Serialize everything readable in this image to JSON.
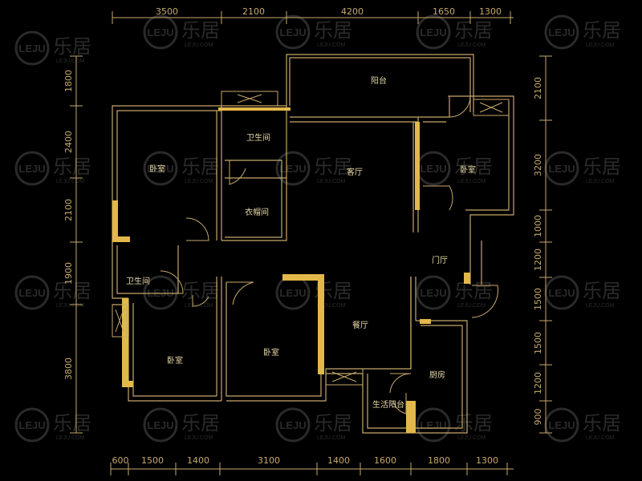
{
  "colors": {
    "background": "#000000",
    "wall_outline": "#c7a86b",
    "wall_fill": "#e3b84b",
    "label": "#e6d7a6",
    "watermark": "#2a2a2a"
  },
  "dimensions": {
    "top": [
      "3500",
      "2100",
      "4200",
      "1650",
      "1300"
    ],
    "bottom": [
      "600",
      "1500",
      "1400",
      "3100",
      "1400",
      "1600",
      "1800",
      "1300"
    ],
    "left": [
      "1800",
      "2400",
      "2100",
      "1900",
      "3800"
    ],
    "right": [
      "2100",
      "3200",
      "1000",
      "1200",
      "1500",
      "1500",
      "1200",
      "900"
    ]
  },
  "rooms": {
    "balcony": "阳台",
    "living_room": "客厅",
    "bedroom_nw": "卧室",
    "bathroom_main": "卫生间",
    "cloakroom": "衣帽间",
    "bedroom_ne": "卧室",
    "foyer": "门厅",
    "bathroom_w": "卫生间",
    "bedroom_sw": "卧室",
    "bedroom_s": "卧室",
    "dining": "餐厅",
    "kitchen": "厨房",
    "utility_balcony": "生活阳台"
  },
  "watermark": {
    "logo_text": "LEJU",
    "brand_text": "乐居",
    "sub_text": "LEJU.COM"
  }
}
